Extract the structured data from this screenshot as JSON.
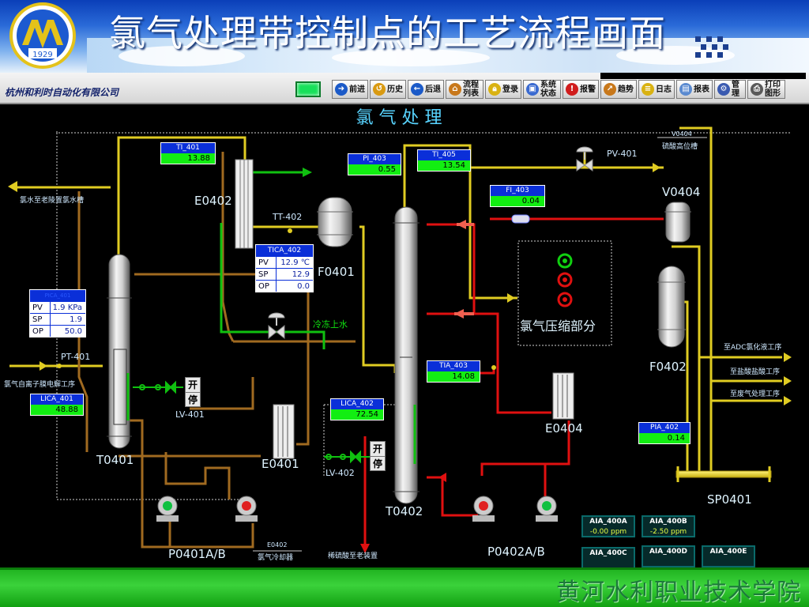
{
  "slide": {
    "logo_year": "1929",
    "title": "氯气处理带控制点的工艺流程画面",
    "footer": "黄河水利职业技术学院"
  },
  "colors": {
    "header_blue": "#0a3fb8",
    "pipe_yellow": "#e0cc22",
    "pipe_red": "#e01010",
    "pipe_green": "#10c010",
    "pipe_brown": "#a06a20",
    "tag_title": "#0a2fd8",
    "tag_value": "#12ee12",
    "footer_green": "#2bc02b"
  },
  "toolbar": {
    "company": "杭州和利时自动化有限公司",
    "buttons": [
      {
        "label": "前进",
        "icon": "forward-arrow-icon"
      },
      {
        "label": "历史",
        "icon": "history-icon"
      },
      {
        "label": "后退",
        "icon": "back-arrow-icon"
      },
      {
        "label": "流程列表",
        "icon": "flow-list-icon"
      },
      {
        "label": "登录",
        "icon": "login-lock-icon"
      },
      {
        "label": "系统状态",
        "icon": "system-status-icon"
      },
      {
        "label": "报警",
        "icon": "alarm-icon"
      },
      {
        "label": "趋势",
        "icon": "trend-icon"
      },
      {
        "label": "日志",
        "icon": "log-icon"
      },
      {
        "label": "报表",
        "icon": "report-icon"
      },
      {
        "label": "管理",
        "icon": "manage-icon"
      },
      {
        "label": "打印图形",
        "icon": "print-icon"
      }
    ]
  },
  "screen": {
    "title": "氯 气 处 理",
    "equipment": {
      "T0401": "T0401",
      "T0402": "T0402",
      "E0401": "E0401",
      "E0402": "E0402",
      "E0404": "E0404",
      "F0401": "F0401",
      "F0402": "F0402",
      "V0404": "V0404",
      "SP0401": "SP0401",
      "P0401": "P0401A/B",
      "P0402": "P0402A/B",
      "compressor": "氯气压缩部分"
    },
    "instruments": {
      "TT402": "TT-402",
      "PT401": "PT-401",
      "PV401": "PV-401",
      "LV401": "LV-401",
      "LV402": "LV-402"
    },
    "notes": {
      "chlorine_to_tank": "氯水至老陵置氯水槽",
      "chlorine_from_ion": "氯气自离子膜电解工序",
      "chilled_water": "冷冻上水",
      "acid_tank_tag": "V0404",
      "acid_tank": "硫酸高位槽",
      "to_adc": "至ADC氯化液工序",
      "to_hcl": "至盐酸盐酸工序",
      "to_exhaust": "至废气处理工序",
      "dilute_acid": "稀硫酸至老装置",
      "cooler_tag": "E0402",
      "cooler": "氯气冷却器"
    },
    "tags": {
      "TI_401": {
        "title": "TI_401",
        "value": "13.88"
      },
      "PI_403": {
        "title": "PI_403",
        "value": "0.55"
      },
      "TI_405": {
        "title": "TI_405",
        "value": "13.54"
      },
      "FI_403": {
        "title": "FI_403",
        "value": "0.04"
      },
      "TIA_403": {
        "title": "TIA_403",
        "value": "14.08"
      },
      "LICA_401": {
        "title": "LICA_401",
        "value": "48.88"
      },
      "LICA_402": {
        "title": "LICA_402",
        "value": "72.54"
      },
      "PIA_402": {
        "title": "PIA_402",
        "value": "0.14"
      }
    },
    "panels": {
      "TICA_402": {
        "title": "TICA_402",
        "pv_label": "PV",
        "pv": "12.9 ℃",
        "sp_label": "SP",
        "sp": "12.9",
        "op_label": "OP",
        "op": "0.0"
      },
      "PICA_401": {
        "title": "PICA_401",
        "pv_label": "PV",
        "pv": "1.9 KPa",
        "sp_label": "SP",
        "sp": "1.9",
        "op_label": "OP",
        "op": "50.0"
      }
    },
    "switches": {
      "open": "开",
      "stop": "停"
    },
    "analyzers": {
      "A": {
        "tag": "AIA_400A",
        "value": "-0.00 ppm"
      },
      "B": {
        "tag": "AIA_400B",
        "value": "-2.50 ppm"
      },
      "C": {
        "tag": "AIA_400C",
        "value": ""
      },
      "D": {
        "tag": "AIA_400D",
        "value": ""
      },
      "E": {
        "tag": "AIA_400E",
        "value": ""
      }
    }
  }
}
